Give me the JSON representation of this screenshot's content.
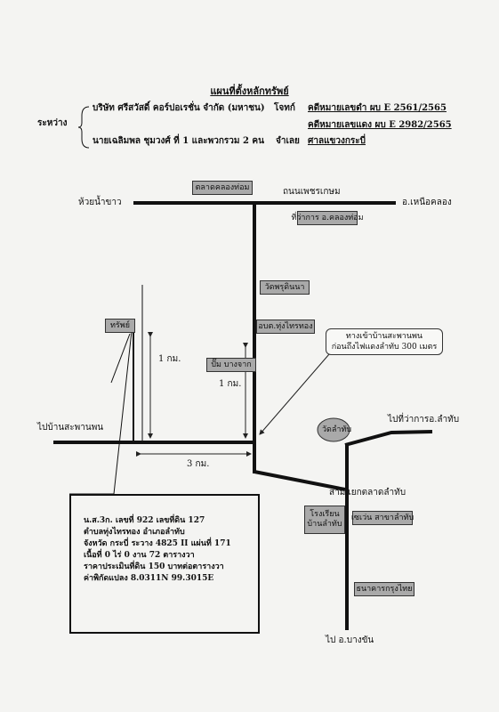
{
  "title": "แผนที่ตั้งหลักทรัพย์",
  "header": {
    "between_label": "ระหว่าง",
    "plaintiff": "บริษัท ศรีสวัสดิ์ คอร์ปอเรชั่น จำกัด (มหาชน)",
    "plaintiff_role": "โจทก์",
    "case_black": "คดีหมายเลขดำ ผบ E 2561/2565",
    "case_red": "คดีหมายเลขแดง ผบ E 2982/2565",
    "defendant": "นายเฉลิมพล ชุมวงศ์ ที่ 1 และพวกรวม 2 คน",
    "defendant_role": "จำเลย",
    "court": "ศาลแขวงกระบี่"
  },
  "map": {
    "labels": {
      "west_top": "ห้วยน้ำขาว",
      "road_top": "ถนนเพชรเกษม",
      "east_top": "อ.เหนือคลอง",
      "left_road": "ไปบ้านสะพานพน",
      "right_top": "ไปที่ว่าการอ.ลำทับ",
      "junction": "สามแยกตลาดลำทับ",
      "bottom": "ไป อ.บางขัน"
    },
    "boxes": {
      "market": "ตลาดคลองท่อม",
      "district_office": "ที่ว่าการ อ.คลองท่อม",
      "temple_pru": "วัดพรุดินนา",
      "tambon_office": "อบต.ทุ่งไทรทอง",
      "property": "ทรัพย์",
      "gas": "ปั๊ม บางจาก",
      "temple_lamthap": "วัดลำทับ",
      "school_line1": "โรงเรียน",
      "school_line2": "บ้านลำทับ",
      "seven": "เซเว่น สาขาลำทับ",
      "bank": "ธนาคารกรุงไทย"
    },
    "distances": {
      "vertical_left": "1 กม.",
      "vertical_right": "1 กม.",
      "horizontal": "3 กม."
    },
    "callout": {
      "line1": "ทางเข้าบ้านสะพานพน",
      "line2": "ก่อนถึงไฟแดงลำทับ 300 เมตร"
    }
  },
  "deed": {
    "line1": "น.ส.3ก. เลขที่ 922  เลขที่ดิน 127",
    "line2": "ตำบลทุ่งไทรทอง  อำเภอลำทับ",
    "line3": "จังหวัด กระบี่  ระวาง 4825 II แผ่นที่ 171",
    "line4": "เนื้อที่ 0 ไร่ 0 งาน 72 ตารางวา",
    "line5": "ราคาประเมินที่ดิน 150 บาทต่อตารางวา",
    "line6": "ค่าพิกัดแปลง 8.0311N 99.3015E"
  }
}
